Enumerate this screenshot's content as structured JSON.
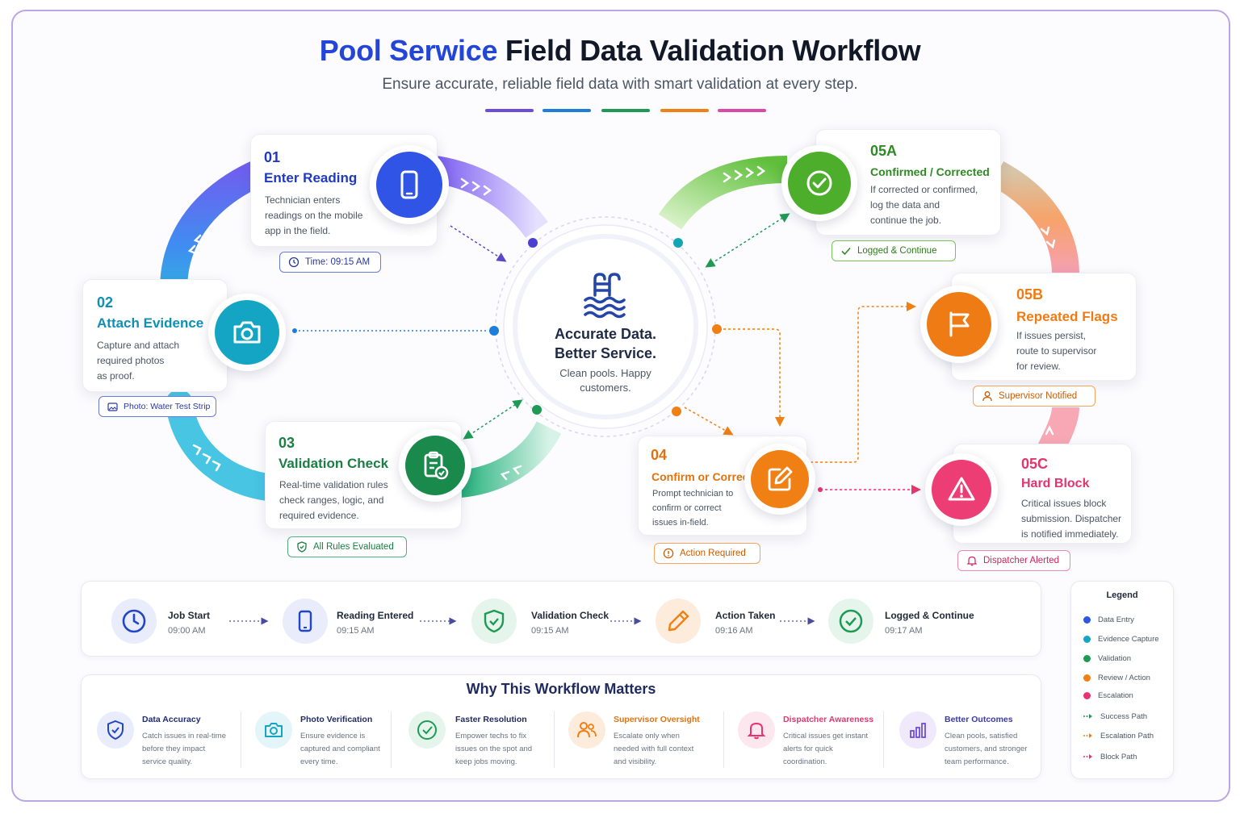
{
  "header": {
    "title_accent": "Pool Serwice",
    "title_rest": "Field Data Validation Workflow",
    "subtitle": "Ensure accurate, reliable field data with smart validation at every step."
  },
  "colors": {
    "blue": "#2f54e6",
    "cyan": "#14a5c5",
    "green": "#1f9a55",
    "orange": "#f07f14",
    "pink": "#e9336f",
    "purple": "#6d4ed8",
    "lime": "#4cae2a"
  },
  "center": {
    "title_line1": "Accurate Data.",
    "title_line2": "Better Service.",
    "sub_line1": "Clean pools. Happy",
    "sub_line2": "customers.",
    "icon": "pool-ladder-icon"
  },
  "steps": {
    "s01": {
      "num": "01",
      "title": "Enter Reading",
      "desc": [
        "Technician enters",
        "readings on the mobile",
        "app in the field."
      ],
      "icon": "smartphone-icon",
      "tag": "Time: 09:15 AM",
      "tag_icon": "clock-icon"
    },
    "s02": {
      "num": "02",
      "title": "Attach Evidence",
      "desc": [
        "Capture and attach",
        "required photos",
        "as proof."
      ],
      "icon": "camera-icon",
      "tag": "Photo: Water Test Strip",
      "tag_icon": "image-icon"
    },
    "s03": {
      "num": "03",
      "title": "Validation Check",
      "desc": [
        "Real-time validation rules",
        "check ranges, logic, and",
        "required evidence."
      ],
      "icon": "clipboard-check-icon",
      "tag": "All Rules Evaluated",
      "tag_icon": "shield-check-icon"
    },
    "s04": {
      "num": "04",
      "title": "Confirm or Correct",
      "desc": [
        "Prompt technician to",
        "confirm or correct",
        "issues in-field."
      ],
      "icon": "edit-icon",
      "tag": "Action Required",
      "tag_icon": "alert-circle-icon"
    },
    "s05a": {
      "num": "05A",
      "title": "Confirmed / Corrected",
      "desc": [
        "If corrected or confirmed,",
        "log the data and",
        "continue the job."
      ],
      "icon": "check-circle-icon",
      "tag": "Logged & Continue",
      "tag_icon": "check-icon"
    },
    "s05b": {
      "num": "05B",
      "title": "Repeated Flags",
      "desc": [
        "If issues persist,",
        "route to supervisor",
        "for review."
      ],
      "icon": "flag-icon",
      "tag": "Supervisor Notified",
      "tag_icon": "user-icon"
    },
    "s05c": {
      "num": "05C",
      "title": "Hard Block",
      "desc": [
        "Critical issues block",
        "submission. Dispatcher",
        "is notified immediately."
      ],
      "icon": "warning-icon",
      "tag": "Dispatcher Alerted",
      "tag_icon": "bell-icon"
    }
  },
  "timeline": [
    {
      "label": "Job Start",
      "time": "09:00 AM",
      "icon": "clock-icon"
    },
    {
      "label": "Reading Entered",
      "time": "09:15 AM",
      "icon": "smartphone-icon"
    },
    {
      "label": "Validation Check",
      "time": "09:15 AM",
      "icon": "shield-check-icon"
    },
    {
      "label": "Action Taken",
      "time": "09:16 AM",
      "icon": "pencil-icon"
    },
    {
      "label": "Logged & Continue",
      "time": "09:17 AM",
      "icon": "check-circle-icon"
    }
  ],
  "why": {
    "title": "Why This Workflow Matters",
    "items": [
      {
        "title": "Data Accuracy",
        "text": "Catch issues in real-time before they impact service quality.",
        "icon": "shield-check-icon"
      },
      {
        "title": "Photo Verification",
        "text": "Ensure evidence is captured and compliant every time.",
        "icon": "camera-icon"
      },
      {
        "title": "Faster Resolution",
        "text": "Empower techs to fix issues on the spot and keep jobs moving.",
        "icon": "check-circle-icon"
      },
      {
        "title": "Supervisor Oversight",
        "text": "Escalate only when needed with full context and visibility.",
        "icon": "users-icon"
      },
      {
        "title": "Dispatcher Awareness",
        "text": "Critical issues get instant alerts for quick coordination.",
        "icon": "bell-icon"
      },
      {
        "title": "Better Outcomes",
        "text": "Clean pools, satisfied customers, and stronger team performance.",
        "icon": "bar-chart-icon"
      }
    ]
  },
  "legend": {
    "title": "Legend",
    "items": [
      {
        "label": "Data Entry",
        "kind": "dot",
        "color": "#2f54e6"
      },
      {
        "label": "Evidence Capture",
        "kind": "dot",
        "color": "#14a5c5"
      },
      {
        "label": "Validation",
        "kind": "dot",
        "color": "#1f9a55"
      },
      {
        "label": "Review / Action",
        "kind": "dot",
        "color": "#f07f14"
      },
      {
        "label": "Escalation",
        "kind": "dot",
        "color": "#e9336f"
      },
      {
        "label": "Success Path",
        "kind": "arrow",
        "color": "#1f9a55"
      },
      {
        "label": "Escalation Path",
        "kind": "arrow",
        "color": "#f07f14"
      },
      {
        "label": "Block Path",
        "kind": "arrow",
        "color": "#e9336f"
      }
    ]
  }
}
